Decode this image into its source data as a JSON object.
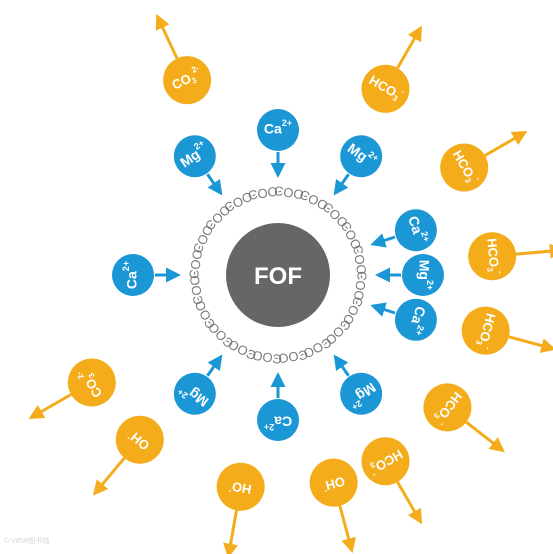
{
  "core": {
    "label": "FOF",
    "color": "#666666"
  },
  "colors": {
    "cation": "#1b97d6",
    "anion": "#f4ac1a",
    "carboxylate": "#7b7b7b",
    "text": "#ffffff"
  },
  "carboxylate_label": "COO-",
  "inner_ring": [
    {
      "ion": "Ca",
      "charge": "2+"
    },
    {
      "ion": "Mg",
      "charge": "2+"
    },
    {
      "ion": "Ca",
      "charge": "2+"
    },
    {
      "ion": "Mg",
      "charge": "2+"
    },
    {
      "ion": "Ca",
      "charge": "2+"
    },
    {
      "ion": "Mg",
      "charge": "2+"
    },
    {
      "ion": "Ca",
      "charge": "2+"
    },
    {
      "ion": "Mg",
      "charge": "2+"
    },
    {
      "ion": "Ca",
      "charge": "2+"
    },
    {
      "ion": "Mg",
      "charge": "2+"
    }
  ],
  "outer_ring": [
    {
      "ion": "CO",
      "sub": "3",
      "charge": "2-"
    },
    {
      "ion": "HCO",
      "sub": "3",
      "charge": "-"
    },
    {
      "ion": "HCO",
      "sub": "3",
      "charge": "-"
    },
    {
      "ion": "HCO",
      "sub": "3",
      "charge": "-"
    },
    {
      "ion": "HCO",
      "sub": "3",
      "charge": "-"
    },
    {
      "ion": "HCO",
      "sub": "3",
      "charge": "-"
    },
    {
      "ion": "HCO",
      "sub": "3",
      "charge": "-"
    },
    {
      "ion": "OH",
      "sub": "",
      "charge": "-"
    },
    {
      "ion": "HO",
      "sub": "",
      "charge": "-"
    },
    {
      "ion": "OH",
      "sub": "",
      "charge": "-"
    },
    {
      "ion": "CO",
      "sub": "3",
      "charge": "2-"
    }
  ],
  "watermark": "© ViEW图书馆"
}
